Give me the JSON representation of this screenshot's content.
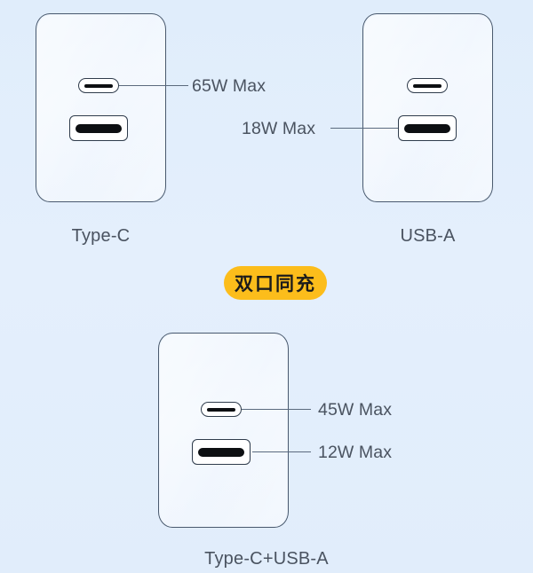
{
  "background_color": "#e2eefb",
  "badge": {
    "label": "双口同充",
    "background_color": "#fcbd1b",
    "text_color": "#1b1b1b"
  },
  "chargers": [
    {
      "id": "top-left",
      "caption": "Type-C",
      "ports": [
        {
          "type": "usb-c",
          "label": "65W Max",
          "active": true
        },
        {
          "type": "usb-a",
          "label": "",
          "active": false
        }
      ]
    },
    {
      "id": "top-right",
      "caption": "USB-A",
      "ports": [
        {
          "type": "usb-c",
          "label": "",
          "active": false
        },
        {
          "type": "usb-a",
          "label": "18W Max",
          "active": true
        }
      ]
    },
    {
      "id": "bottom",
      "caption": "Type-C+USB-A",
      "ports": [
        {
          "type": "usb-c",
          "label": "45W Max",
          "active": true
        },
        {
          "type": "usb-a",
          "label": "12W Max",
          "active": true
        }
      ]
    }
  ],
  "callouts": {
    "top_left_c": "65W Max",
    "top_right_a": "18W Max",
    "bottom_c": "45W Max",
    "bottom_a": "12W Max"
  },
  "captions": {
    "top_left": "Type-C",
    "top_right": "USB-A",
    "bottom": "Type-C+USB-A"
  }
}
